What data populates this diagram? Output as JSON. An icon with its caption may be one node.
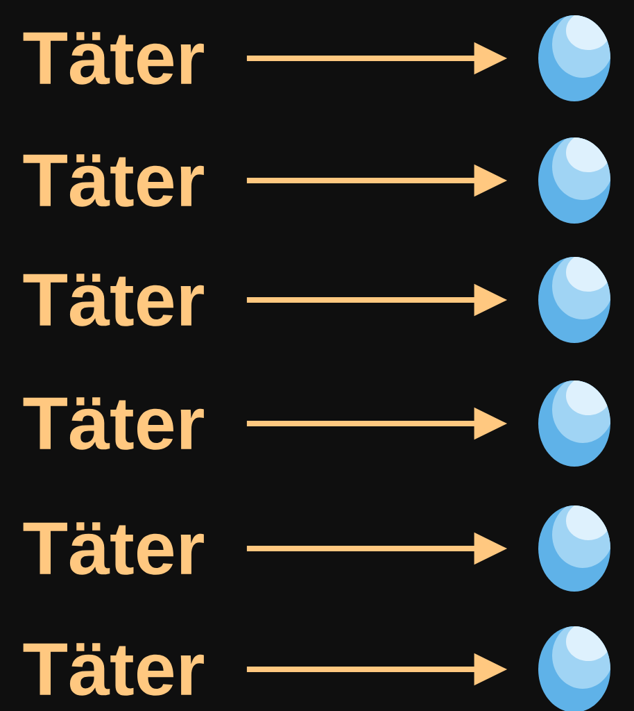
{
  "diagram": {
    "nodes": [
      {
        "text": [
          "Täter"
        ]
      },
      {
        "text": [],
        "shape": "circle"
      },
      {
        "text": [
          "Täter"
        ]
      },
      {
        "text": [],
        "shape": "circle"
      },
      {
        "text": [
          "Täter"
        ]
      },
      {
        "text": [],
        "shape": "circle"
      },
      {
        "text": [
          "Täter"
        ]
      },
      {
        "text": [],
        "shape": "circle"
      },
      {
        "text": [
          "Täter"
        ]
      },
      {
        "text": [],
        "shape": "circle"
      },
      {
        "text": [
          "Täter"
        ]
      },
      {
        "text": [],
        "shape": "circle"
      }
    ],
    "edges": [
      {
        "from": 0,
        "to": 1,
        "arrow": "to"
      },
      {
        "from": 2,
        "to": 3,
        "arrow": "to"
      },
      {
        "from": 4,
        "to": 5,
        "arrow": "to"
      },
      {
        "from": 6,
        "to": 7,
        "arrow": "to"
      },
      {
        "from": 8,
        "to": 9,
        "arrow": "to"
      },
      {
        "from": 10,
        "to": 11,
        "arrow": "to"
      }
    ]
  }
}
